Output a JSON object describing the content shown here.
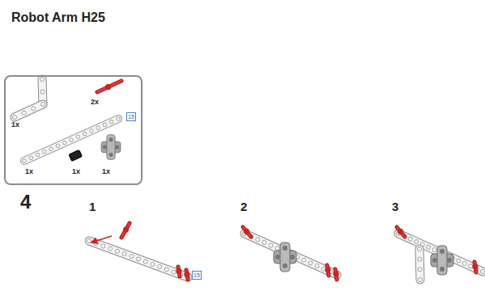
{
  "diagram": {
    "title": "Robot Arm H25",
    "nodes": [
      {
        "text": [
          "1x",
          "2x",
          "1x",
          "1x",
          "1x"
        ]
      },
      {
        "text": [
          "15"
        ],
        "in": 0
      },
      {
        "text": [
          "15"
        ]
      }
    ],
    "labels": [
      "4",
      "1",
      "2",
      "3"
    ]
  }
}
